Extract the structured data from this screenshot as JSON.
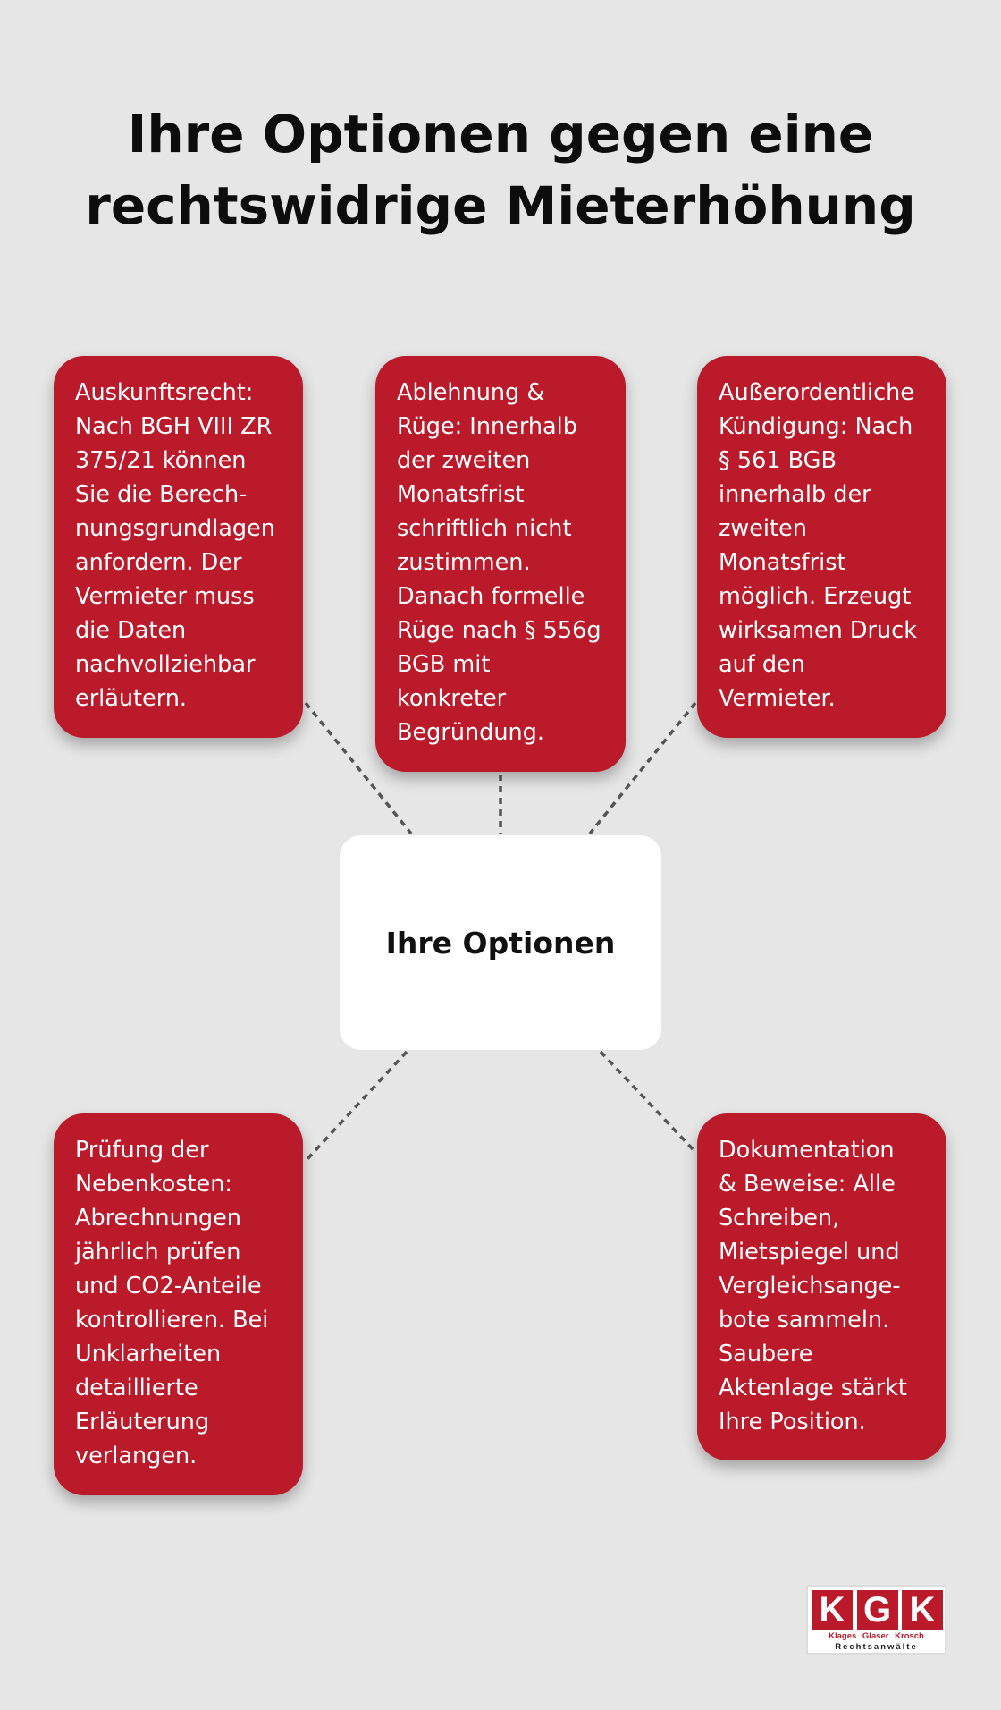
{
  "title": {
    "line1": "Ihre Optionen gegen eine",
    "line2": "rechtswidrige Mieterhöhung"
  },
  "center": {
    "label": "Ihre Optionen"
  },
  "options": [
    {
      "text": "Auskunftsrecht:\nNach BGH VIII ZR\n375/21 können\nSie die Berech-\nnungsgrundlagen\nanfordern. Der\nVermieter muss\ndie Daten\nnachvollziehbar\nerläutern."
    },
    {
      "text": "Ablehnung &\nRüge: Innerhalb\nder zweiten\nMonatsfrist\nschriftlich nicht\nzustimmen.\nDanach formelle\nRüge nach § 556g\nBGB mit\nkonkreter\nBegründung."
    },
    {
      "text": "Außerordentliche\nKündigung: Nach\n§ 561 BGB\ninnerhalb der\nzweiten\nMonatsfrist\nmöglich. Erzeugt\nwirksamen Druck\nauf den\nVermieter."
    },
    {
      "text": "Prüfung der\nNebenkosten:\nAbrechnungen\njährlich prüfen\nund CO2-Anteile\nkontrollieren. Bei\nUnklarheiten\ndetaillierte\nErläuterung\nverlangen."
    },
    {
      "text": "Dokumentation\n& Beweise: Alle\nSchreiben,\nMietspiegel und\nVergleichsange-\nbote sammeln.\nSaubere\nAktenlage stärkt\nIhre Position."
    }
  ],
  "logo": {
    "letters": [
      "K",
      "G",
      "K"
    ],
    "names": "Klages Glaser Krosch",
    "subtitle": "Rechtsanwälte"
  },
  "colors": {
    "card": "#bb1a2a",
    "background": "#e6e6e6",
    "center": "#ffffff",
    "connector": "#555555"
  }
}
